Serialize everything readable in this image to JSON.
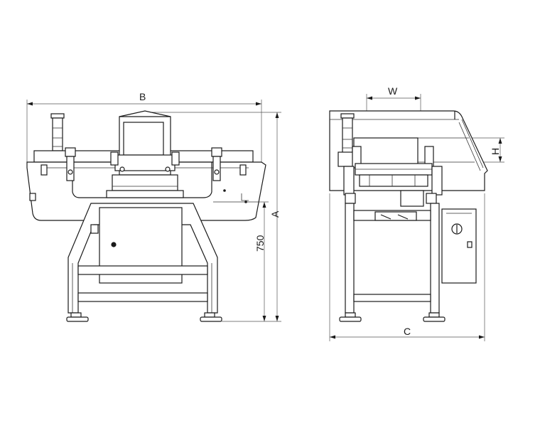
{
  "dimensions": {
    "overall_width": "B",
    "overall_height": "A",
    "height_value": "750",
    "depth": "C",
    "aperture_width": "W",
    "aperture_height": "H"
  },
  "colors": {
    "line": "#1a1a1a",
    "background": "#ffffff"
  }
}
